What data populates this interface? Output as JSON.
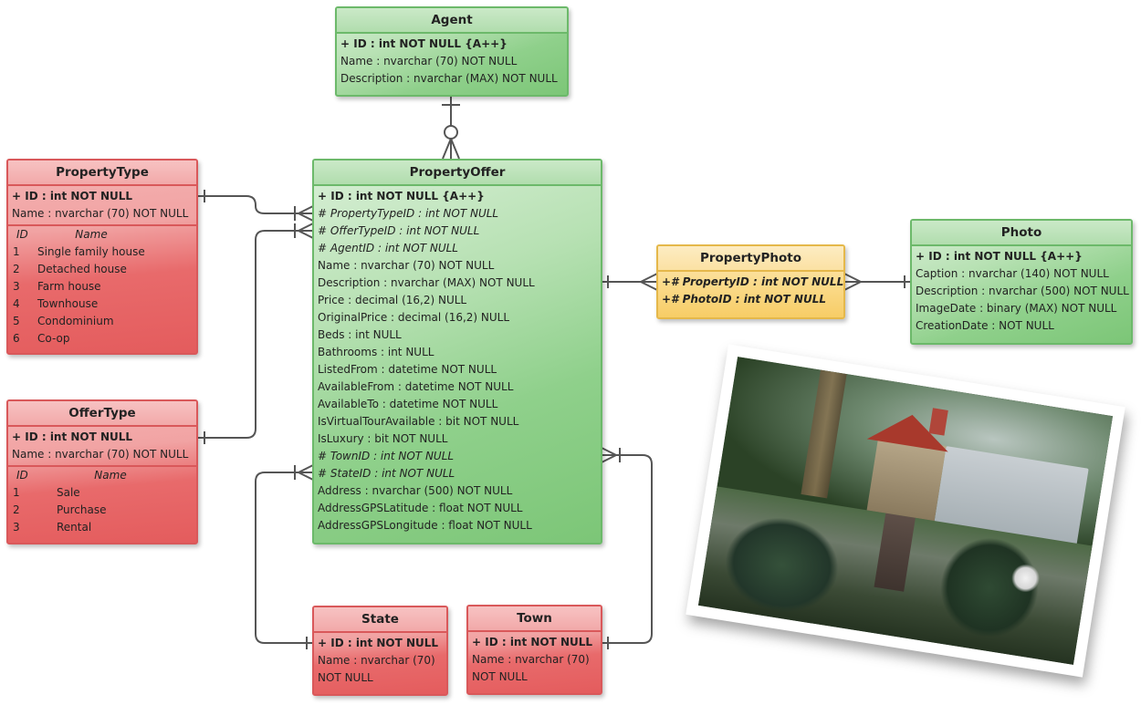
{
  "entities": {
    "agent": {
      "title": "Agent",
      "fields": [
        {
          "text": "+ ID : int NOT NULL  {A++}",
          "kind": "pk"
        },
        {
          "text": "Name : nvarchar (70)  NOT NULL",
          "kind": "attr"
        },
        {
          "text": "Description : nvarchar (MAX)  NOT NULL",
          "kind": "attr"
        }
      ]
    },
    "property_type": {
      "title": "PropertyType",
      "fields": [
        {
          "text": "+ ID : int NOT NULL",
          "kind": "pk"
        },
        {
          "text": "Name : nvarchar (70)  NOT NULL",
          "kind": "attr"
        }
      ],
      "data_columns": [
        "ID",
        "Name"
      ],
      "data_rows": [
        [
          "1",
          "Single family house"
        ],
        [
          "2",
          "Detached house"
        ],
        [
          "3",
          "Farm house"
        ],
        [
          "4",
          "Townhouse"
        ],
        [
          "5",
          "Condominium"
        ],
        [
          "6",
          "Co-op"
        ]
      ]
    },
    "offer_type": {
      "title": "OfferType",
      "fields": [
        {
          "text": "+ ID : int NOT NULL",
          "kind": "pk"
        },
        {
          "text": "Name : nvarchar (70)  NOT NULL",
          "kind": "attr"
        }
      ],
      "data_columns": [
        "ID",
        "Name"
      ],
      "data_rows": [
        [
          "1",
          "Sale"
        ],
        [
          "2",
          "Purchase"
        ],
        [
          "3",
          "Rental"
        ]
      ]
    },
    "property_offer": {
      "title": "PropertyOffer",
      "fields": [
        {
          "text": "+ ID : int NOT NULL  {A++}",
          "kind": "pk"
        },
        {
          "text": "# PropertyTypeID : int NOT NULL",
          "kind": "fk"
        },
        {
          "text": "# OfferTypeID : int NOT NULL",
          "kind": "fk"
        },
        {
          "text": "# AgentID : int NOT NULL",
          "kind": "fk"
        },
        {
          "text": "Name : nvarchar (70)  NOT NULL",
          "kind": "attr"
        },
        {
          "text": "Description : nvarchar (MAX)  NOT NULL",
          "kind": "attr"
        },
        {
          "text": "Price : decimal (16,2)  NULL",
          "kind": "attr"
        },
        {
          "text": "OriginalPrice : decimal (16,2)  NULL",
          "kind": "attr"
        },
        {
          "text": "Beds : int NULL",
          "kind": "attr"
        },
        {
          "text": "Bathrooms : int NULL",
          "kind": "attr"
        },
        {
          "text": "ListedFrom : datetime NOT NULL",
          "kind": "attr"
        },
        {
          "text": "AvailableFrom : datetime NOT NULL",
          "kind": "attr"
        },
        {
          "text": "AvailableTo : datetime NOT NULL",
          "kind": "attr"
        },
        {
          "text": "IsVirtualTourAvailable : bit NOT NULL",
          "kind": "attr"
        },
        {
          "text": "IsLuxury : bit NOT NULL",
          "kind": "attr"
        },
        {
          "text": "# TownID : int NOT NULL",
          "kind": "fk"
        },
        {
          "text": "# StateID : int NOT NULL",
          "kind": "fk"
        },
        {
          "text": "Address : nvarchar (500)  NOT NULL",
          "kind": "attr"
        },
        {
          "text": "AddressGPSLatitude : float NOT NULL",
          "kind": "attr"
        },
        {
          "text": "AddressGPSLongitude : float NOT NULL",
          "kind": "attr"
        }
      ]
    },
    "property_photo": {
      "title": "PropertyPhoto",
      "fields": [
        {
          "text": "+# PropertyID : int NOT NULL",
          "kind": "pkfk"
        },
        {
          "text": "+# PhotoID : int NOT NULL",
          "kind": "pkfk"
        }
      ]
    },
    "photo": {
      "title": "Photo",
      "fields": [
        {
          "text": "+ ID : int NOT NULL  {A++}",
          "kind": "pk"
        },
        {
          "text": "Caption : nvarchar (140)  NOT NULL",
          "kind": "attr"
        },
        {
          "text": "Description : nvarchar (500)  NOT NULL",
          "kind": "attr"
        },
        {
          "text": "ImageDate : binary (MAX)  NOT NULL",
          "kind": "attr"
        },
        {
          "text": "CreationDate :  NOT NULL",
          "kind": "attr"
        }
      ]
    },
    "state": {
      "title": "State",
      "fields": [
        {
          "text": "+ ID : int NOT NULL",
          "kind": "pk"
        },
        {
          "text": "Name : nvarchar (70)",
          "kind": "attr"
        },
        {
          "text": "NOT NULL",
          "kind": "attr"
        }
      ]
    },
    "town": {
      "title": "Town",
      "fields": [
        {
          "text": "+ ID : int NOT NULL",
          "kind": "pk"
        },
        {
          "text": "Name : nvarchar (70)",
          "kind": "attr"
        },
        {
          "text": "NOT NULL",
          "kind": "attr"
        }
      ]
    }
  },
  "relationships": [
    {
      "from": "Agent",
      "to": "PropertyOffer",
      "from_card": "one",
      "to_card": "zero-or-many"
    },
    {
      "from": "PropertyType",
      "to": "PropertyOffer",
      "from_card": "one",
      "to_card": "one-or-many"
    },
    {
      "from": "OfferType",
      "to": "PropertyOffer",
      "from_card": "one",
      "to_card": "one-or-many"
    },
    {
      "from": "State",
      "to": "PropertyOffer",
      "from_card": "one",
      "to_card": "one-or-many"
    },
    {
      "from": "Town",
      "to": "PropertyOffer",
      "from_card": "one",
      "to_card": "one-or-many"
    },
    {
      "from": "PropertyOffer",
      "to": "PropertyPhoto",
      "from_card": "one",
      "to_card": "many"
    },
    {
      "from": "Photo",
      "to": "PropertyPhoto",
      "from_card": "one",
      "to_card": "many"
    }
  ],
  "colors": {
    "main_entity": "#7cc677",
    "lookup_entity": "#e45c5d",
    "junction_entity": "#f7cd66",
    "connector": "#555555"
  },
  "image": {
    "subject": "fairy-house-photo"
  }
}
